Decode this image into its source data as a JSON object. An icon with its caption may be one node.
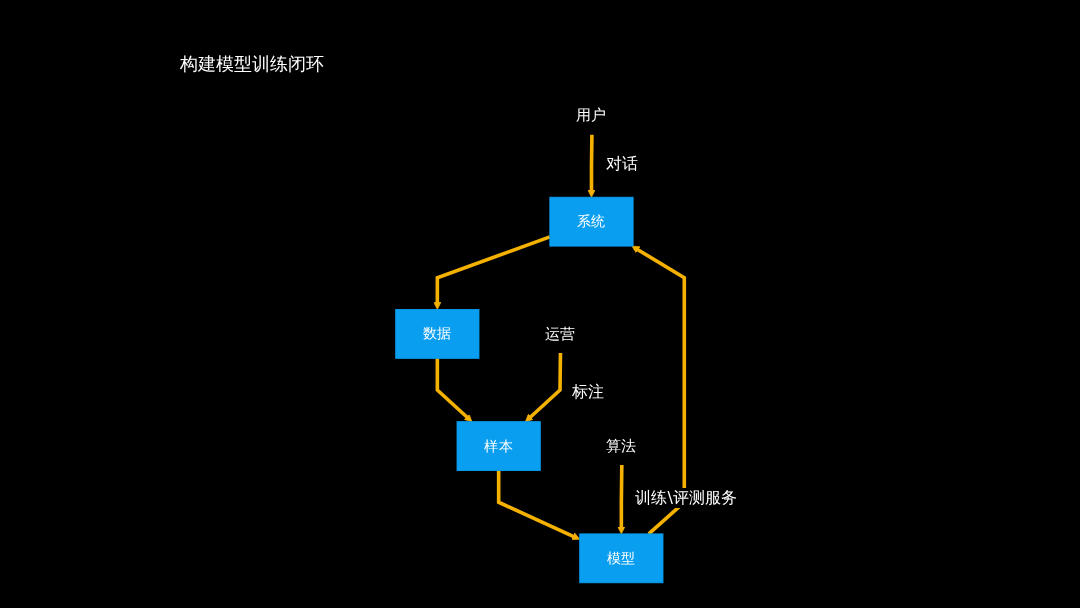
{
  "diagram": {
    "title": "构建模型训练闭环",
    "nodes": [
      {
        "text": [
          "用户"
        ]
      },
      {
        "text": [
          "系统"
        ]
      },
      {
        "text": [
          "数据"
        ]
      },
      {
        "text": [
          "样本"
        ]
      },
      {
        "text": [
          "模型"
        ]
      },
      {
        "text": [
          "算法"
        ]
      },
      {
        "text": [
          "运营"
        ]
      }
    ],
    "edges": [
      {
        "from": 0,
        "to": 1,
        "arrow": "to",
        "label": "对话"
      },
      {
        "from": 1,
        "to": 2,
        "arrow": "to"
      },
      {
        "from": 2,
        "to": 3,
        "arrow": "to"
      },
      {
        "from": 3,
        "to": 4,
        "arrow": "to"
      },
      {
        "from": 4,
        "to": 1,
        "arrow": "to"
      },
      {
        "from": 5,
        "to": 4,
        "arrow": "to",
        "label": "训练\\评测服务"
      },
      {
        "from": 6,
        "to": 3,
        "arrow": "to",
        "label": "标注"
      }
    ]
  }
}
